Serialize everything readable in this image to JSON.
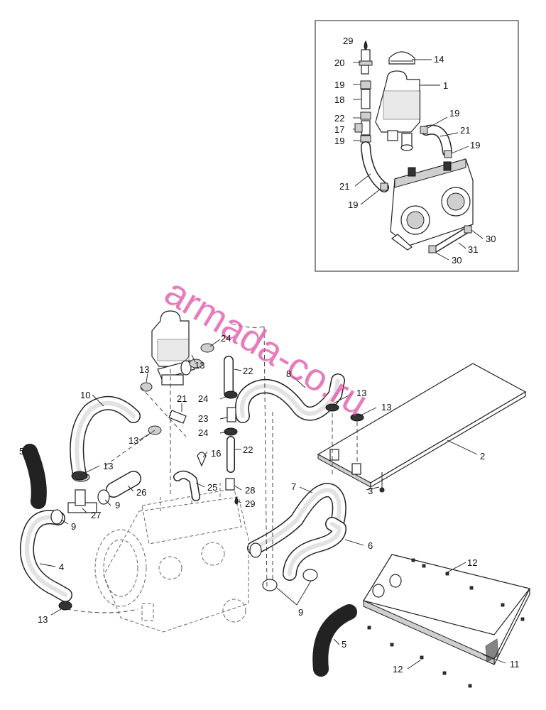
{
  "watermark": "armada-co.ru",
  "callouts": {
    "inset": [
      {
        "id": "i29",
        "text": "29"
      },
      {
        "id": "i20",
        "text": "20"
      },
      {
        "id": "i14",
        "text": "14"
      },
      {
        "id": "i19a",
        "text": "19"
      },
      {
        "id": "i1",
        "text": "1"
      },
      {
        "id": "i18",
        "text": "18"
      },
      {
        "id": "i22",
        "text": "22"
      },
      {
        "id": "i19b",
        "text": "19"
      },
      {
        "id": "i17",
        "text": "17"
      },
      {
        "id": "i21a",
        "text": "21"
      },
      {
        "id": "i19c",
        "text": "19"
      },
      {
        "id": "i19d",
        "text": "19"
      },
      {
        "id": "i21b",
        "text": "21"
      },
      {
        "id": "i19e",
        "text": "19"
      },
      {
        "id": "i30a",
        "text": "30"
      },
      {
        "id": "i31",
        "text": "31"
      },
      {
        "id": "i30b",
        "text": "30"
      }
    ],
    "main": [
      {
        "id": "m24a",
        "text": "24"
      },
      {
        "id": "m13a",
        "text": "13"
      },
      {
        "id": "m13b",
        "text": "13"
      },
      {
        "id": "m22a",
        "text": "22"
      },
      {
        "id": "m8",
        "text": "8"
      },
      {
        "id": "m10",
        "text": "10"
      },
      {
        "id": "m21",
        "text": "21"
      },
      {
        "id": "m24b",
        "text": "24"
      },
      {
        "id": "m13c",
        "text": "13"
      },
      {
        "id": "m13d",
        "text": "13"
      },
      {
        "id": "m23",
        "text": "23"
      },
      {
        "id": "m13e",
        "text": "13"
      },
      {
        "id": "m24c",
        "text": "24"
      },
      {
        "id": "m22b",
        "text": "22"
      },
      {
        "id": "m16",
        "text": "16"
      },
      {
        "id": "m2",
        "text": "2"
      },
      {
        "id": "m5a",
        "text": "5"
      },
      {
        "id": "m13f",
        "text": "13"
      },
      {
        "id": "m25",
        "text": "25"
      },
      {
        "id": "m28",
        "text": "28"
      },
      {
        "id": "m26",
        "text": "26"
      },
      {
        "id": "m29",
        "text": "29"
      },
      {
        "id": "m7",
        "text": "7"
      },
      {
        "id": "m3",
        "text": "3"
      },
      {
        "id": "m9a",
        "text": "9"
      },
      {
        "id": "m27",
        "text": "27"
      },
      {
        "id": "m9b",
        "text": "9"
      },
      {
        "id": "m6",
        "text": "6"
      },
      {
        "id": "m4",
        "text": "4"
      },
      {
        "id": "m12a",
        "text": "12"
      },
      {
        "id": "m9c",
        "text": "9"
      },
      {
        "id": "m13g",
        "text": "13"
      },
      {
        "id": "m5b",
        "text": "5"
      },
      {
        "id": "m11",
        "text": "11"
      },
      {
        "id": "m12b",
        "text": "12"
      }
    ]
  }
}
